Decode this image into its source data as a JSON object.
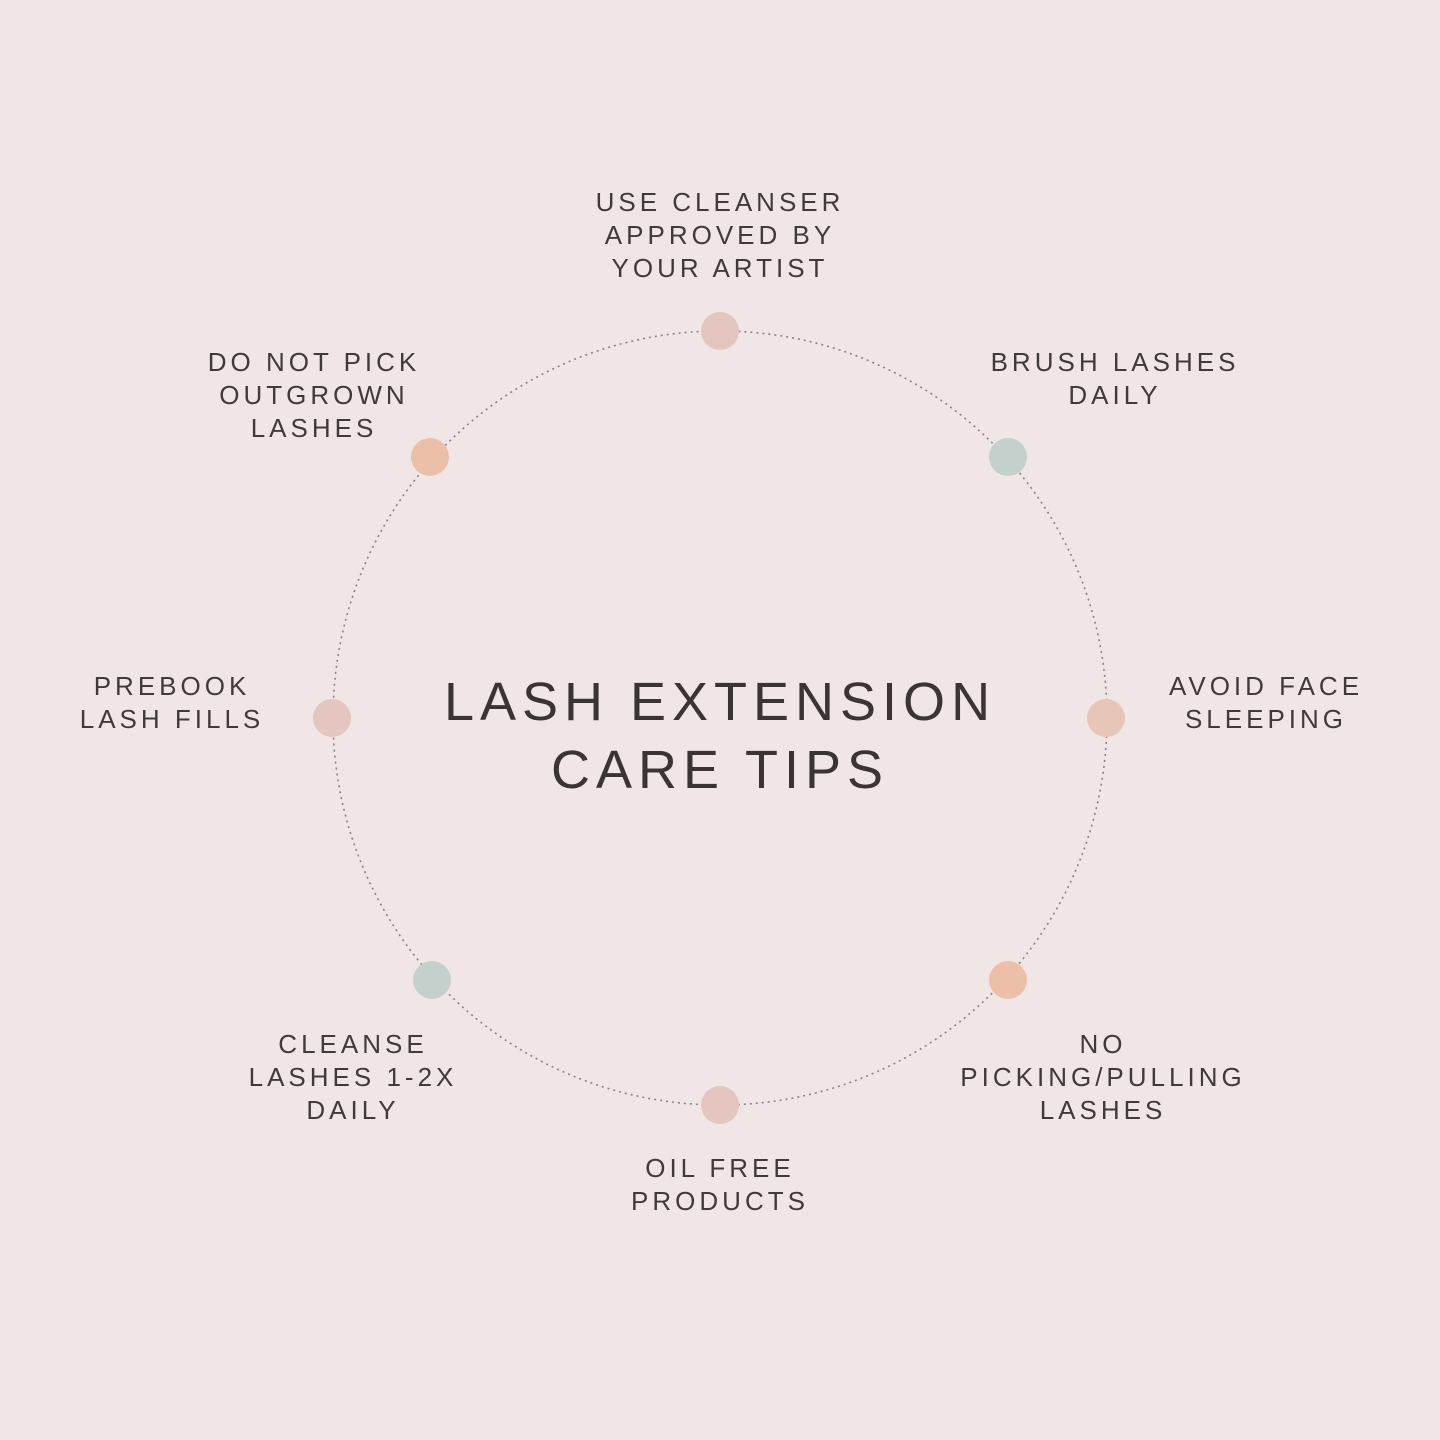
{
  "title": {
    "line1": "LASH EXTENSION",
    "line2": "CARE TIPS"
  },
  "colors": {
    "background": "#f1e6e6",
    "ring": "#8a8282",
    "text": "#3f3a3a",
    "dot_pink": "#e4c5bf",
    "dot_peach": "#e9c1aa",
    "dot_sage": "#c3d0cc"
  },
  "tips": [
    {
      "id": "cleanser",
      "lines": [
        "USE CLEANSER",
        "APPROVED BY",
        "YOUR ARTIST"
      ],
      "dot_color": "#e4c5bf"
    },
    {
      "id": "brush",
      "lines": [
        "BRUSH LASHES",
        "DAILY"
      ],
      "dot_color": "#c3d0cc"
    },
    {
      "id": "face-sleeping",
      "lines": [
        "AVOID FACE",
        "SLEEPING"
      ],
      "dot_color": "#e7c5b8"
    },
    {
      "id": "no-picking",
      "lines": [
        "NO",
        "PICKING/PULLING",
        "LASHES"
      ],
      "dot_color": "#ecc0a8"
    },
    {
      "id": "oil-free",
      "lines": [
        "OIL FREE",
        "PRODUCTS"
      ],
      "dot_color": "#e4c5bf"
    },
    {
      "id": "cleanse-daily",
      "lines": [
        "CLEANSE",
        "LASHES 1-2X",
        "DAILY"
      ],
      "dot_color": "#c3d0cc"
    },
    {
      "id": "prebook",
      "lines": [
        "PREBOOK",
        "LASH FILLS"
      ],
      "dot_color": "#e4c5bf"
    },
    {
      "id": "outgrown",
      "lines": [
        "DO NOT PICK",
        "OUTGROWN",
        "LASHES"
      ],
      "dot_color": "#ecc0a8"
    }
  ]
}
